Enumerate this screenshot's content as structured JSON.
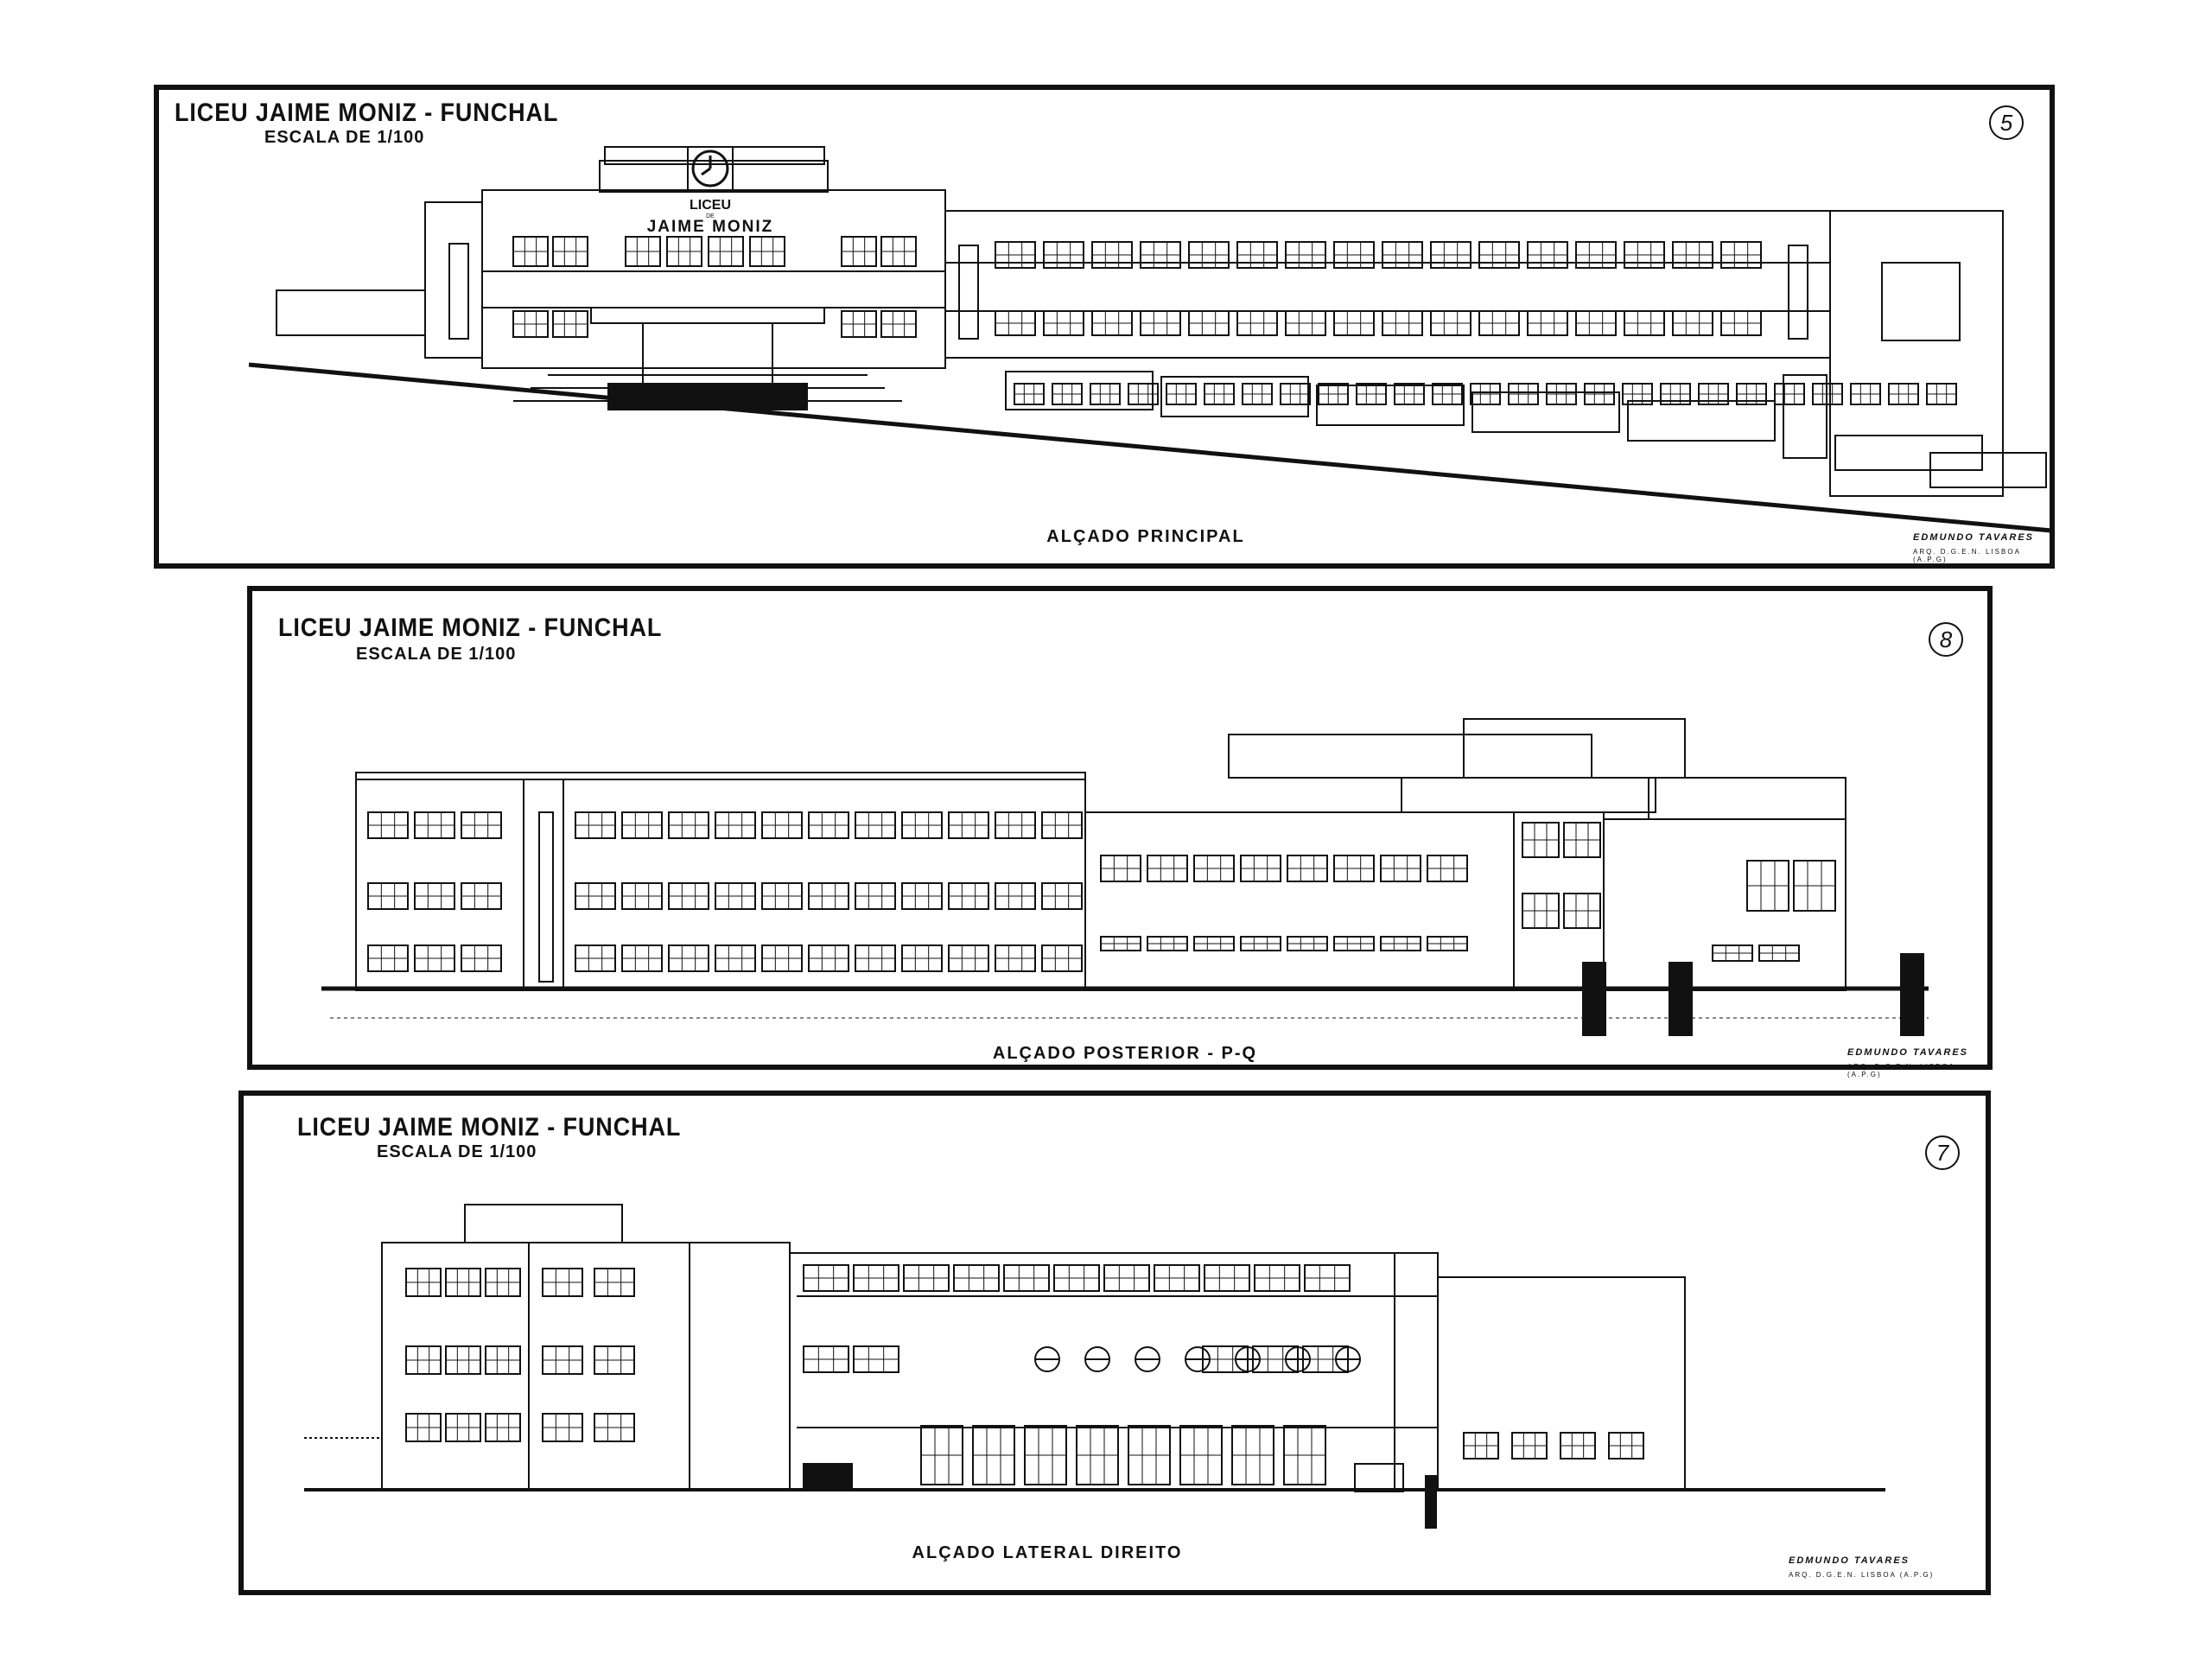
{
  "sheets": [
    {
      "title": "LICEU JAIME MONIZ - FUNCHAL",
      "scale": "ESCALA DE 1/100",
      "number": "5",
      "caption": "ALÇADO PRINCIPAL",
      "signature": "EDMUNDO TAVARES",
      "signature_sub": "ARQ. D.G.E.N. LISBOA (A.P.G)",
      "building_sign_top": "LICEU",
      "building_sign_de": "DE",
      "building_sign_name": "JAIME MONIZ"
    },
    {
      "title": "LICEU JAIME MONIZ - FUNCHAL",
      "scale": "ESCALA DE 1/100",
      "number": "8",
      "caption": "ALÇADO POSTERIOR - P-Q",
      "signature": "EDMUNDO TAVARES",
      "signature_sub": "ARQ. D.G.E.N. LISBOA (A.P.G)"
    },
    {
      "title": "LICEU JAIME MONIZ - FUNCHAL",
      "scale": "ESCALA DE 1/100",
      "number": "7",
      "caption": "ALÇADO LATERAL DIREITO",
      "signature": "EDMUNDO TAVARES",
      "signature_sub": "ARQ. D.G.E.N. LISBOA (A.P.G)"
    }
  ]
}
